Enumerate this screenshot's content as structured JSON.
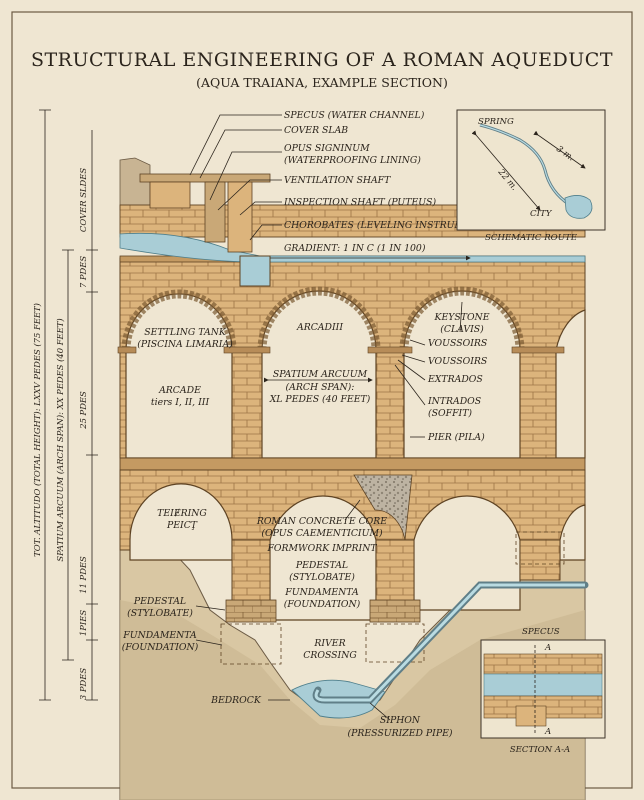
{
  "title": "STRUCTURAL ENGINEERING OF A ROMAN AQUEDUCT",
  "subtitle": "(AQUA TRAIANA, EXAMPLE SECTION)",
  "top_labels": [
    "SPECUS (WATER CHANNEL)",
    "COVER SLAB",
    "OPUS SIGNINUM",
    "(WATERPROOFING LINING)",
    "VENTILATION SHAFT",
    "INSPECTION SHAFT (PUTEUS)",
    "CHOROBATES (LEVELING INSTRUMENT)",
    "GRADIENT: 1 IN C (1 IN 100)"
  ],
  "arch_labels": {
    "settling_tank": [
      "SETTLING TANK",
      "(PISCINA LIMARIA)"
    ],
    "arcadiii": "ARCADIII",
    "arcade": [
      "ARCADE",
      "tiers I, II, III"
    ],
    "spatium": [
      "SPATIUM ARCUUM",
      "(ARCH SPAN):",
      "XL PEDES (40 FEET)"
    ],
    "keystone": [
      "KEYSTONE",
      "(CLAVIS)"
    ],
    "voussoirs_1": "VOUSSOIRS",
    "voussoirs_2": "VOUSSOIRS",
    "extrados": "EXTRADOS",
    "intrados": [
      "INTRADOS",
      "(SOFFIT)"
    ],
    "pier": "PIER (PILA)"
  },
  "lower_labels": {
    "teiring": [
      "TEIɆRING",
      "PEICŢ"
    ],
    "concrete": [
      "ROMAN CONCRETE CORE",
      "(OPUS CAEMENTICIUM)"
    ],
    "formwork": "FORMWORK IMPRINT",
    "pedestal_mid": [
      "PEDESTAL",
      "(STYLOBATE)"
    ],
    "fundamenta_mid": [
      "FUNDAMENTA",
      "(FOUNDATION)"
    ],
    "pedestal_left": [
      "PEDESTAL",
      "(STYLOBATE)"
    ],
    "fundamenta_left": [
      "FUNDAMENTA",
      "(FOUNDATION)"
    ],
    "river": [
      "RIVER",
      "CROSSING"
    ],
    "bedrock": "BEDROCK",
    "siphon": [
      "SIPHON",
      "(PRESSURIZED PIPE)"
    ]
  },
  "vertical_dims": {
    "total": "TOT. ALTITUDO (TOTAL HEIGHT): LXXV PEDES (75 FEET)",
    "span": "SPATIUM ARCUUM (ARCH SPAN): XX PEDES (40 FEET)",
    "segments": [
      "COVER SLDES",
      "7 PDES",
      "25 PDES",
      "11 PDES",
      "1PIES",
      "3 PDES"
    ]
  },
  "map": {
    "spring": "SPRING",
    "city": "CITY",
    "dist_1": "3 m.",
    "dist_2": "22 m.",
    "caption": "SCHEMATIC ROUTE"
  },
  "section": {
    "specus": "SPECUS",
    "marker": "A",
    "caption": "SECTION A-A"
  },
  "colors": {
    "paper": "#efe6d2",
    "stone": "#d9b27a",
    "mortar": "#9c7446",
    "water": "#a9cdd6",
    "ink": "#2b241c"
  }
}
